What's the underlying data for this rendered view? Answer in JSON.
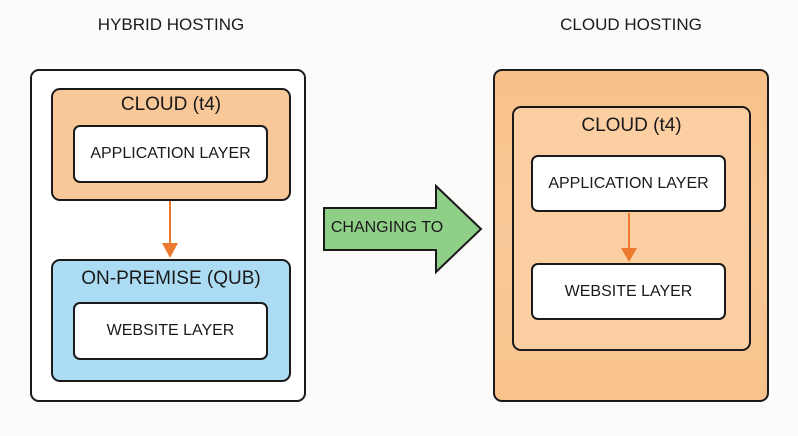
{
  "colors": {
    "cloud": "#f9c899",
    "on_premise": "#acdcf4",
    "arrow_green": "#90cf88",
    "connector_orange": "#ec7a2e"
  },
  "hybrid": {
    "title": "HYBRID HOSTING",
    "cloud_label": "CLOUD (t4)",
    "application_layer": "APPLICATION LAYER",
    "on_premise_label": "ON-PREMISE (QUB)",
    "website_layer": "WEBSITE LAYER"
  },
  "transition": {
    "label": "CHANGING TO"
  },
  "cloud_hosting": {
    "title": "CLOUD HOSTING",
    "cloud_label": "CLOUD (t4)",
    "application_layer": "APPLICATION LAYER",
    "website_layer": "WEBSITE LAYER"
  }
}
